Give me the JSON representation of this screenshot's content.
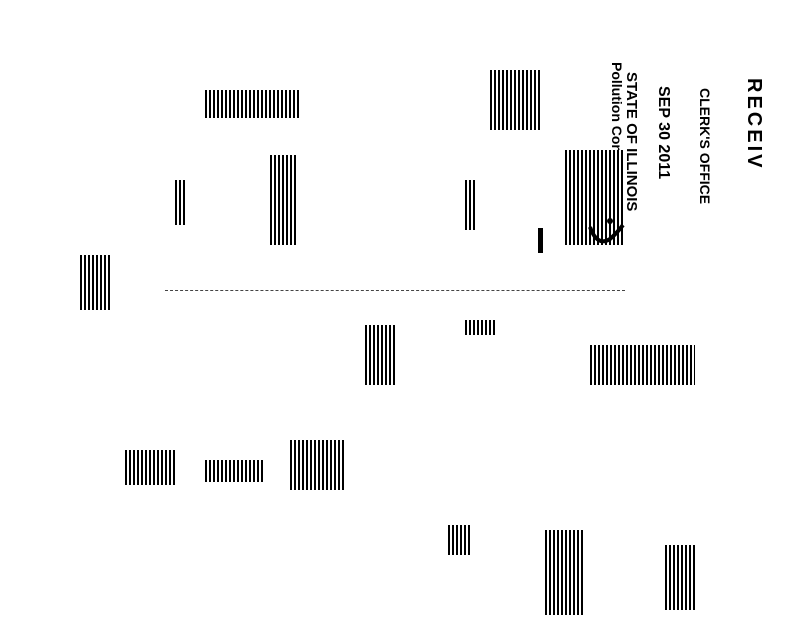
{
  "stamp": {
    "line1": "RECEIV",
    "line2": "CLERK'S OFFICE",
    "date": "SEP 30 2011",
    "line3": "STATE OF ILLINOIS",
    "line4": "Pollution Control Board"
  }
}
